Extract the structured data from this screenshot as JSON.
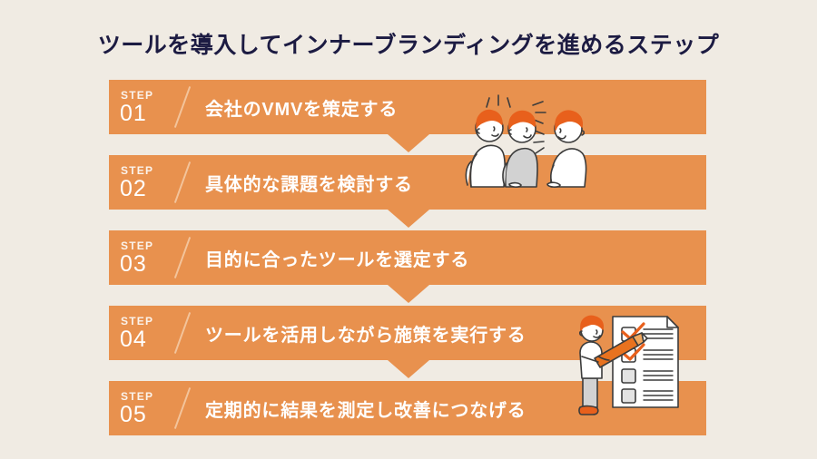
{
  "page": {
    "title": "ツールを導入してインナーブランディングを進めるステップ",
    "background_color": "#F0EBE3",
    "title_color": "#1C1B42",
    "accent_color": "#E8914E",
    "bar_text_color": "#FFFFFF",
    "slash_color": "#F3C49B"
  },
  "steps": [
    {
      "step_word": "STEP",
      "number": "01",
      "label": "会社のVMVを策定する"
    },
    {
      "step_word": "STEP",
      "number": "02",
      "label": "具体的な課題を検討する"
    },
    {
      "step_word": "STEP",
      "number": "03",
      "label": "目的に合ったツールを選定する"
    },
    {
      "step_word": "STEP",
      "number": "04",
      "label": "ツールを活用しながら施策を実行する"
    },
    {
      "step_word": "STEP",
      "number": "05",
      "label": "定期的に結果を測定し改善につなげる"
    }
  ],
  "illustrations": [
    {
      "name": "three-people-talking-illustration",
      "description": "Line-art illustration of three people with orange hair talking, with emphasis lines"
    },
    {
      "name": "person-checklist-illustration",
      "description": "Line-art illustration of a person holding a large orange pencil ticking a checklist document"
    }
  ]
}
